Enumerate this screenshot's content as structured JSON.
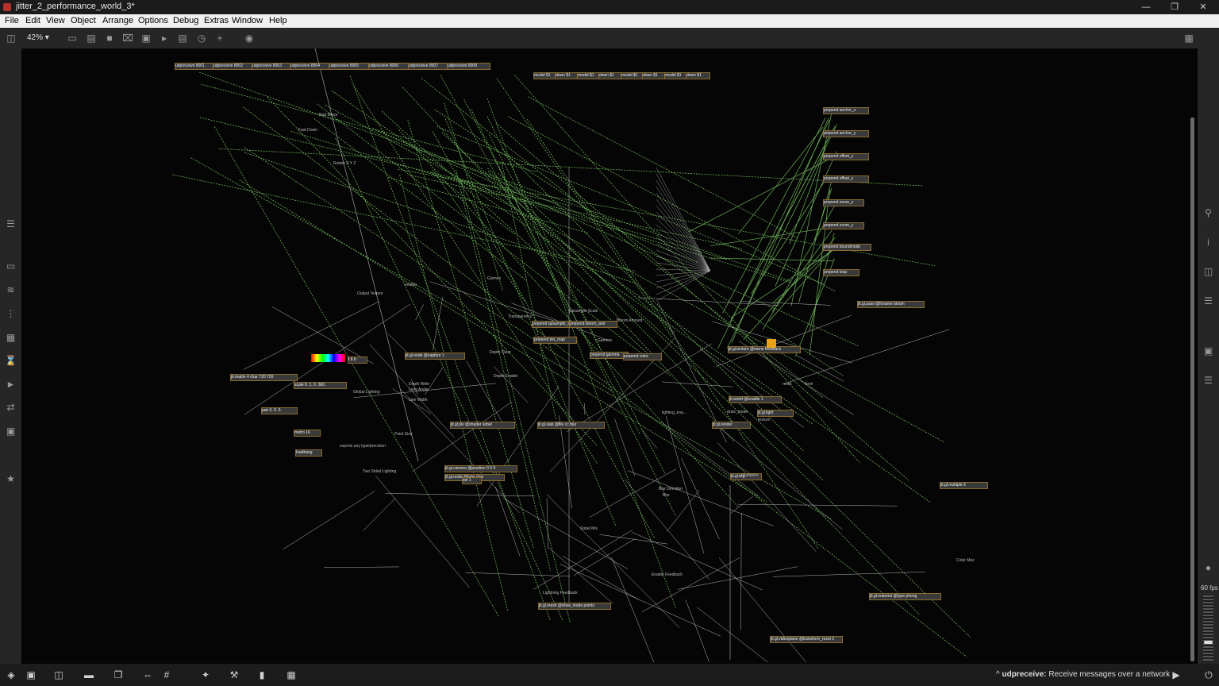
{
  "window": {
    "title": "jitter_2_performance_world_3*",
    "controls": [
      "minimize-icon",
      "maximize-icon",
      "close-icon"
    ]
  },
  "menu": [
    "File",
    "Edit",
    "View",
    "Object",
    "Arrange",
    "Options",
    "Debug",
    "Extras",
    "Window",
    "Help"
  ],
  "toolbar": {
    "zoom": "42% ▾"
  },
  "status": {
    "object": "udpreceive:",
    "description": " Receive messages over a network"
  },
  "fps": "60 fps",
  "fps_slider": 0.25,
  "colors": {
    "canvas": "#050505",
    "cord_green": "#6fb35a",
    "cord_gray": "#b8b8b8",
    "object_border": "#8a6a2e",
    "accent_orange": "#e8a317"
  },
  "patch_labels": {
    "gizmos": "Gizmos",
    "output_texture": "Output Texture",
    "global_lighting": "Global Lighting",
    "point_size": "Point Size",
    "two_sided_lighting": "Two Sided Lighting",
    "depth_clear": "Depth Clear",
    "depth_enable": "Depth Enable",
    "depth_write": "Depth Write",
    "lens_angle": "Lens Angle",
    "line_width": "Line Width",
    "transparency": "Transparency",
    "upsample_scale": "Upsample Scale",
    "bloom_amount": "Bloom Amount",
    "gamma": "Gamma",
    "sobel_mix": "Sobel Mix",
    "blur": "Blur",
    "blur_direction": "Blur Direction",
    "enable_feedback": "Enable Feedback",
    "lightning_feedback": "Lightning Feedback",
    "color_max": "Color Max",
    "fast_down": "Fast Down",
    "rad_mirror": "Rad Mirror",
    "rotate_xyz": "Rotate X Y Z",
    "exports": "exports any type/precision",
    "draw_mode": "draw_mode",
    "lighting_enable": "lighting_ena...",
    "enable": "enable",
    "samples": "Samples",
    "reset": "reset",
    "level": "level",
    "texture": "texture"
  },
  "patch_objects": [
    "udpreceive 8001",
    "udpreceive 8002",
    "udpreceive 8003",
    "udpreceive 8004",
    "udpreceive 8005",
    "udpreceive 8006",
    "udpreceive 8007",
    "udpreceive 8008",
    "model $1",
    "down $1",
    "model $1",
    "down $1",
    "model $1",
    "down $1",
    "model $1",
    "down $1",
    "prepend upsample_scale",
    "prepend bloom_amt",
    "prepend gamma",
    "prepend tex_map",
    "jit.gl.node @capture 1",
    "jit.gl.pix @shader sobel",
    "jit.gl.slab @file cc.blur",
    "jit.gl.camera @position 0 0 4",
    "jit.gl.node @type char",
    "jit.gl.mesh @draw_mode points",
    "prepend anchor_x",
    "prepend anchor_y",
    "prepend offset_x",
    "prepend offset_y",
    "prepend zoom_x",
    "prepend zoom_y",
    "prepend boundmode",
    "prepend loop",
    "jit.gl.bfg",
    "jit.gl.videoplane @transform_reset 2",
    "jit.world @enable 1",
    "jit.gl.render",
    "jit.gl.light",
    "pak 0. 0. 0.",
    "scale 0. 1. 0. 360.",
    "t b b",
    "prepend color",
    "sel 1",
    "loadbang",
    "metro 16",
    "jit.matrix 4 char 720 720",
    "jit.gl.texture @name feedback",
    "jit.gl.pass @fxname bloom",
    "jit.gl.multiple 3",
    "jit.gl.material @type phong"
  ]
}
